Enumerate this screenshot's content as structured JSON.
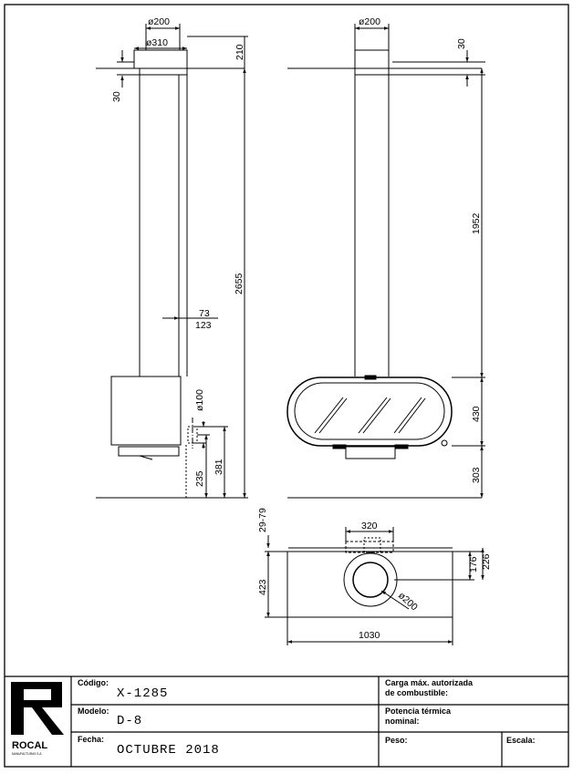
{
  "side_view": {
    "top_diameter": "ø200",
    "collar_diameter": "ø310",
    "collar_height": "210",
    "ceiling_gap": "30",
    "total_height": "2655",
    "offset_a": "73",
    "offset_b": "123",
    "inlet_diameter": "ø100",
    "inlet_low": "235",
    "inlet_high": "381"
  },
  "front_view": {
    "top_diameter": "ø200",
    "ceiling_gap": "30",
    "flue_height": "1952",
    "body_height": "430",
    "floor_clearance": "303"
  },
  "plan_view": {
    "top_gap": "29-79",
    "collar_width": "320",
    "depth_a": "176",
    "depth_b": "226",
    "rear_depth": "423",
    "flue_diameter": "ø200",
    "width": "1030"
  },
  "title_block": {
    "logo_name": "ROCAL",
    "logo_sub": "MANUFACTURAS S.A.",
    "codigo_label": "Código:",
    "codigo_value": "X-1285",
    "modelo_label": "Modelo:",
    "modelo_value": "D-8",
    "fecha_label": "Fecha:",
    "fecha_value": "OCTUBRE 2018",
    "carga_label_1": "Carga máx. autorizada",
    "carga_label_2": "de combustible:",
    "potencia_label_1": "Potencia térmica",
    "potencia_label_2": "nominal:",
    "peso_label": "Peso:",
    "escala_label": "Escala:"
  }
}
